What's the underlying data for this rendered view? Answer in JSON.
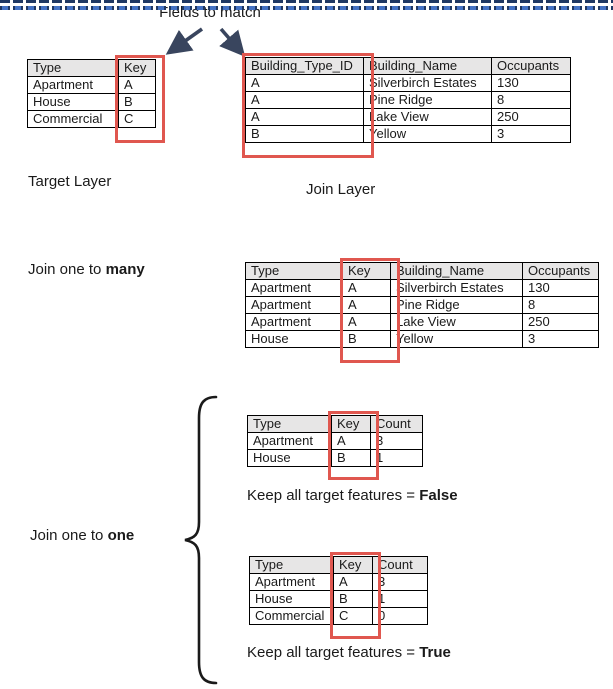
{
  "annotation": {
    "label": "Fields to match"
  },
  "target_table": {
    "headers": [
      "Type",
      "Key"
    ],
    "rows": [
      [
        "Apartment",
        "A"
      ],
      [
        "House",
        "B"
      ],
      [
        "Commercial",
        "C"
      ]
    ],
    "caption": "Target Layer"
  },
  "join_table": {
    "headers": [
      "Building_Type_ID",
      "Building_Name",
      "Occupants"
    ],
    "rows": [
      [
        "A",
        "Silverbirch Estates",
        "130"
      ],
      [
        "A",
        "Pine Ridge",
        "8"
      ],
      [
        "A",
        "Lake View",
        "250"
      ],
      [
        "B",
        "Yellow",
        "3"
      ]
    ],
    "caption": "Join Layer"
  },
  "one_to_many": {
    "label_prefix": "Join one to ",
    "label_bold": "many",
    "table": {
      "headers": [
        "Type",
        "Key",
        "Building_Name",
        "Occupants"
      ],
      "rows": [
        [
          "Apartment",
          "A",
          "Silverbirch Estates",
          "130"
        ],
        [
          "Apartment",
          "A",
          "Pine Ridge",
          "8"
        ],
        [
          "Apartment",
          "A",
          "Lake View",
          "250"
        ],
        [
          "House",
          "B",
          "Yellow",
          "3"
        ]
      ]
    }
  },
  "one_to_one": {
    "label_prefix": "Join one to ",
    "label_bold": "one",
    "false_table": {
      "headers": [
        "Type",
        "Key",
        "Count"
      ],
      "rows": [
        [
          "Apartment",
          "A",
          "3"
        ],
        [
          "House",
          "B",
          "1"
        ]
      ],
      "caption_prefix": "Keep all target features = ",
      "caption_bold": "False"
    },
    "true_table": {
      "headers": [
        "Type",
        "Key",
        "Count"
      ],
      "rows": [
        [
          "Apartment",
          "A",
          "3"
        ],
        [
          "House",
          "B",
          "1"
        ],
        [
          "Commercial",
          "C",
          "0"
        ]
      ],
      "caption_prefix": "Keep all target features = ",
      "caption_bold": "True"
    }
  },
  "colors": {
    "highlight_red": "#e0574f",
    "header_gray": "#e7e6e6",
    "arrow_navy": "#39455e",
    "divider_dark": "#1f3864",
    "divider_light": "#4472c4"
  }
}
